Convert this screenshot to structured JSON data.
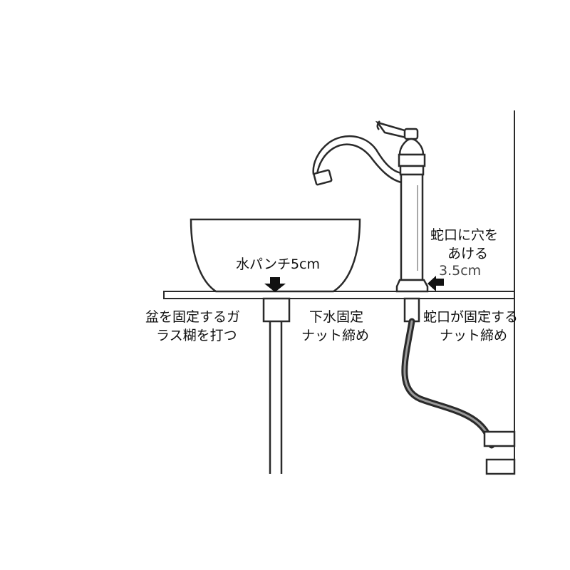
{
  "labels": {
    "water_punch": "水パンチ5cm",
    "faucet_hole_1": "蛇口に穴を",
    "faucet_hole_2": "あける",
    "faucet_hole_size": "3.5cm",
    "bowl_glue_1": "盆を固定するガ",
    "bowl_glue_2": "ラス糊を打つ",
    "drain_nut_1": "下水固定",
    "drain_nut_2": "ナット締め",
    "faucet_nut_1": "蛇口が固定する",
    "faucet_nut_2": "ナット締め"
  },
  "colors": {
    "line": "#2a2a2a",
    "shade": "#8a8a8a",
    "background": "#ffffff"
  }
}
